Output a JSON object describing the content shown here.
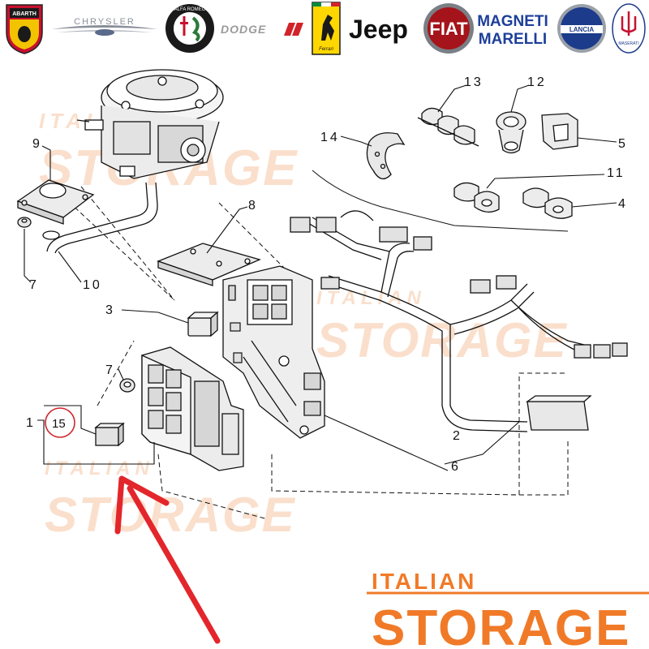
{
  "brands": {
    "abarth": "ABARTH",
    "chrysler": "CHRYSLER",
    "alfa_romeo": "ALFA ROMEO",
    "dodge": "DODGE",
    "ferrari": "Ferrari",
    "jeep": "Jeep",
    "fiat": "FIAT",
    "magneti_marelli_1": "MAGNETI",
    "magneti_marelli_2": "MARELLI",
    "lancia": "LANCIA",
    "maserati": "MASERATI"
  },
  "watermark": {
    "line1": "ITALIAN",
    "line2": "STORAGE"
  },
  "callouts": {
    "c1": "1",
    "c2": "2",
    "c3": "3",
    "c4": "4",
    "c5": "5",
    "c6": "6",
    "c7a": "7",
    "c7b": "7",
    "c8": "8",
    "c9": "9",
    "c10": "10",
    "c11": "11",
    "c12": "12",
    "c13": "13",
    "c14": "14",
    "c15": "15"
  },
  "colors": {
    "accent": "#f07a28",
    "watermark": "#f6c6a4",
    "arrow": "#e3262b",
    "line": "#111111"
  }
}
